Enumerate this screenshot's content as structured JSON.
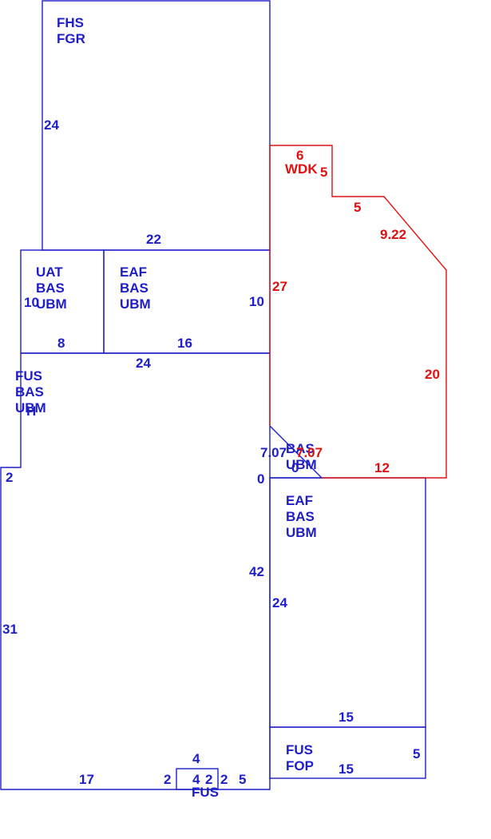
{
  "areas": {
    "fhs": {
      "line1": "FHS",
      "line2": "FGR"
    },
    "uat": {
      "line1": "UAT",
      "line2": "BAS",
      "line3": "UBM"
    },
    "eaf_upper": {
      "line1": "EAF",
      "line2": "BAS",
      "line3": "UBM"
    },
    "fus_main": {
      "line1": "FUS",
      "line2": "BAS",
      "line3": "UBM"
    },
    "fus_main_overlap": "H",
    "bas_small": {
      "line1": "BAS",
      "line2": "UBM",
      "line3": "0"
    },
    "eaf_lower": {
      "line1": "EAF",
      "line2": "BAS",
      "line3": "UBM"
    },
    "fus_fop": {
      "line1": "FUS",
      "line2": "FOP"
    },
    "fus_bottom": "FUS",
    "wdk": "WDK"
  },
  "dimensions": {
    "fhs_left": "24",
    "fhs_bottom": "22",
    "uat_left": "10",
    "uat_bottom": "8",
    "eaf_upper_right": "10",
    "eaf_upper_bottom": "16",
    "fus_top": "24",
    "fus_step": "2",
    "fus_left": "31",
    "fus_bottom": "17",
    "fus_right": "42",
    "fus_zero": "0",
    "bas_small_left": "7.07",
    "eaf_lower_left": "24",
    "eaf_lower_bottom": "15",
    "fop_right": "5",
    "fop_bottom": "15",
    "bump_left": "2",
    "bump_top": "4",
    "bump_inner_4": "4",
    "bump_inner_2": "2",
    "bump_right": "2",
    "bottom_right_5": "5",
    "wdk_top": "6",
    "wdk_notch": "5",
    "wdk_step": "5",
    "wdk_diag": "9.22",
    "wdk_left": "27",
    "wdk_right": "20",
    "wdk_bottom": "12",
    "wdk_diag_low": "7.07"
  },
  "colors": {
    "structure": "#1e1ec8",
    "deck": "#e01010"
  }
}
